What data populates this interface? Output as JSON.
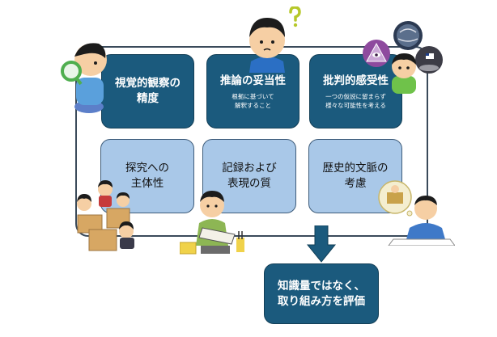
{
  "boxes": {
    "b1": {
      "title": "視覚的観察の\n精度",
      "sub": ""
    },
    "b2": {
      "title": "推論の妥当性",
      "sub": "根拠に基づいて\n解釈すること"
    },
    "b3": {
      "title": "批判的感受性",
      "sub": "一つの仮説に留まらず\n様々な可能性を考える"
    },
    "b4": {
      "title": "探究への\n主体性"
    },
    "b5": {
      "title": "記録および\n表現の質"
    },
    "b6": {
      "title": "歴史的文脈の\n考慮"
    }
  },
  "conclusion": {
    "title": "知識量ではなく、\n取り組み方を評価"
  },
  "colors": {
    "dark_box": "#1b5a7d",
    "light_box": "#a9c8e8",
    "arrow": "#1b5a7d",
    "frame": "#3a4a5a"
  },
  "icons": [
    "magnifier-boy-illustration",
    "thinking-boy-illustration",
    "question-mark-icon",
    "conspiracy-boy-illustration",
    "eye-pyramid-icon",
    "moon-landing-icon",
    "globe-icon",
    "students-with-boxes-illustration",
    "man-with-notebook-illustration",
    "daydreaming-boy-illustration",
    "down-arrow-icon"
  ]
}
